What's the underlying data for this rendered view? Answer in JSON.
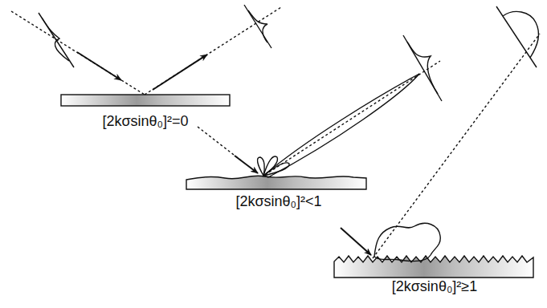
{
  "diagram": {
    "labels": [
      "[2kσsinθ₀]²=0",
      "[2kσsinθ₀]²<1",
      "[2kσsinθ₀]²≥1"
    ]
  }
}
